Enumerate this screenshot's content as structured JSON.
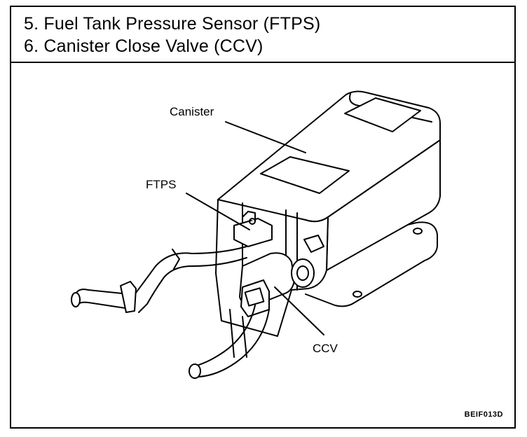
{
  "header": {
    "line1": "5.  Fuel Tank Pressure Sensor (FTPS)",
    "line2": "6.  Canister Close Valve (CCV)"
  },
  "labels": {
    "canister": "Canister",
    "ftps": "FTPS",
    "ccv": "CCV"
  },
  "figure_code": "BEIF013D",
  "colors": {
    "line": "#000000",
    "fill": "#ffffff"
  }
}
